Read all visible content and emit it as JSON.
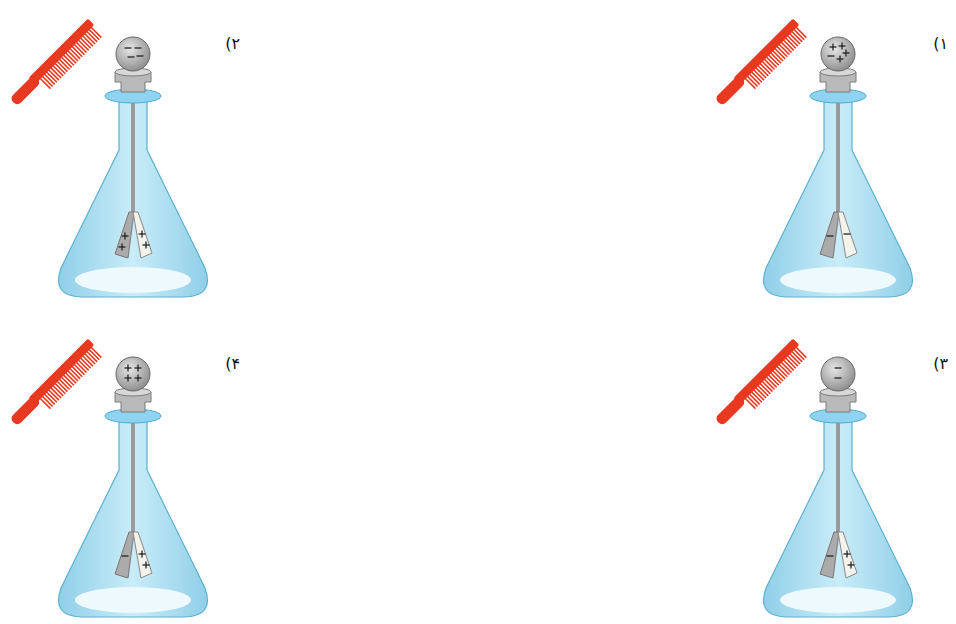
{
  "diagram": {
    "labels": [
      "۱)",
      "۲)",
      "۳)",
      "۴)"
    ]
  }
}
